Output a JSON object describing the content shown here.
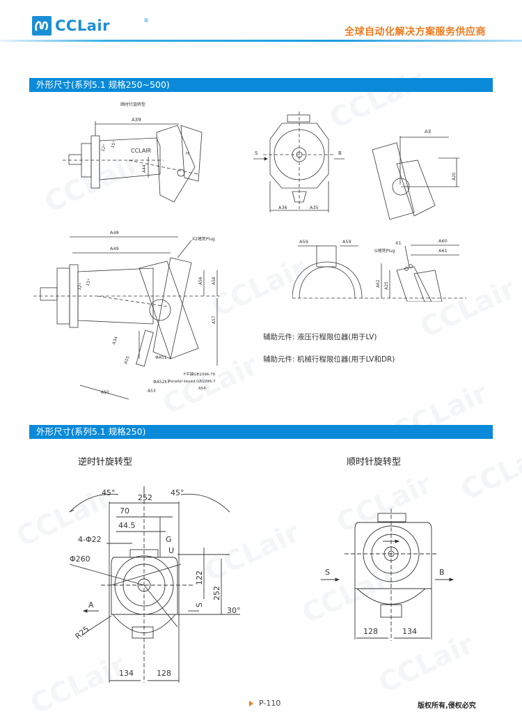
{
  "header": {
    "logo_text": "CCLair",
    "logo_reg": "®",
    "tagline": "全球自动化解决方案服务供应商"
  },
  "colors": {
    "brand_blue": "#1a8fd6",
    "section_bar": "#0a8ad8",
    "accent_orange": "#ee7b1f"
  },
  "section1": {
    "title": "外形尺寸(系列5.1  规格250~500)",
    "drawing1": {
      "caption": "顺时针旋转型",
      "labels": [
        "A39",
        "12°",
        "15°",
        "CCLAIR",
        "A44",
        "H"
      ]
    },
    "drawing2": {
      "labels": [
        "S",
        "B",
        "A36",
        "A35"
      ]
    },
    "drawing3": {
      "labels": [
        "A3",
        "A20"
      ]
    },
    "drawing4": {
      "labels": [
        "A48",
        "A49",
        "X2堵死Plug",
        "A56",
        "A58",
        "A57",
        "12°",
        "15°",
        "A34",
        "A55",
        "ΦA51",
        "ΦA52k7",
        "A53",
        "A50",
        "F平键GB1096-79",
        "Parallel keyed GB1096-7",
        "A54"
      ]
    },
    "drawing5": {
      "labels": [
        "A59",
        "A59",
        "X1",
        "G堵死Plug",
        "A60",
        "A61",
        "A62",
        "A25"
      ]
    },
    "notes": [
      "辅助元件:  液压行程限位器(用于LV)",
      "辅助元件:  机械行程限位器(用于LV和DR)"
    ]
  },
  "section2": {
    "title": "外形尺寸(系列5.1  规格250)",
    "left": {
      "caption": "逆时针旋转型",
      "labels": {
        "angle_left": "45°",
        "angle_right": "45°",
        "w252": "252",
        "w70": "70",
        "w44_5": "44.5",
        "holes": "4-Φ22",
        "dia": "Φ260",
        "G": "G",
        "U": "U",
        "h122": "122",
        "h252": "252",
        "A": "A",
        "S": "S",
        "R25": "R25",
        "angle30": "30°",
        "w134": "134",
        "w128": "128"
      }
    },
    "right": {
      "caption": "顺时针旋转型",
      "labels": {
        "S": "S",
        "B": "B",
        "w128": "128",
        "w134": "134"
      }
    }
  },
  "footer": {
    "page": "P-110",
    "copyright": "版权所有,侵权必究"
  }
}
